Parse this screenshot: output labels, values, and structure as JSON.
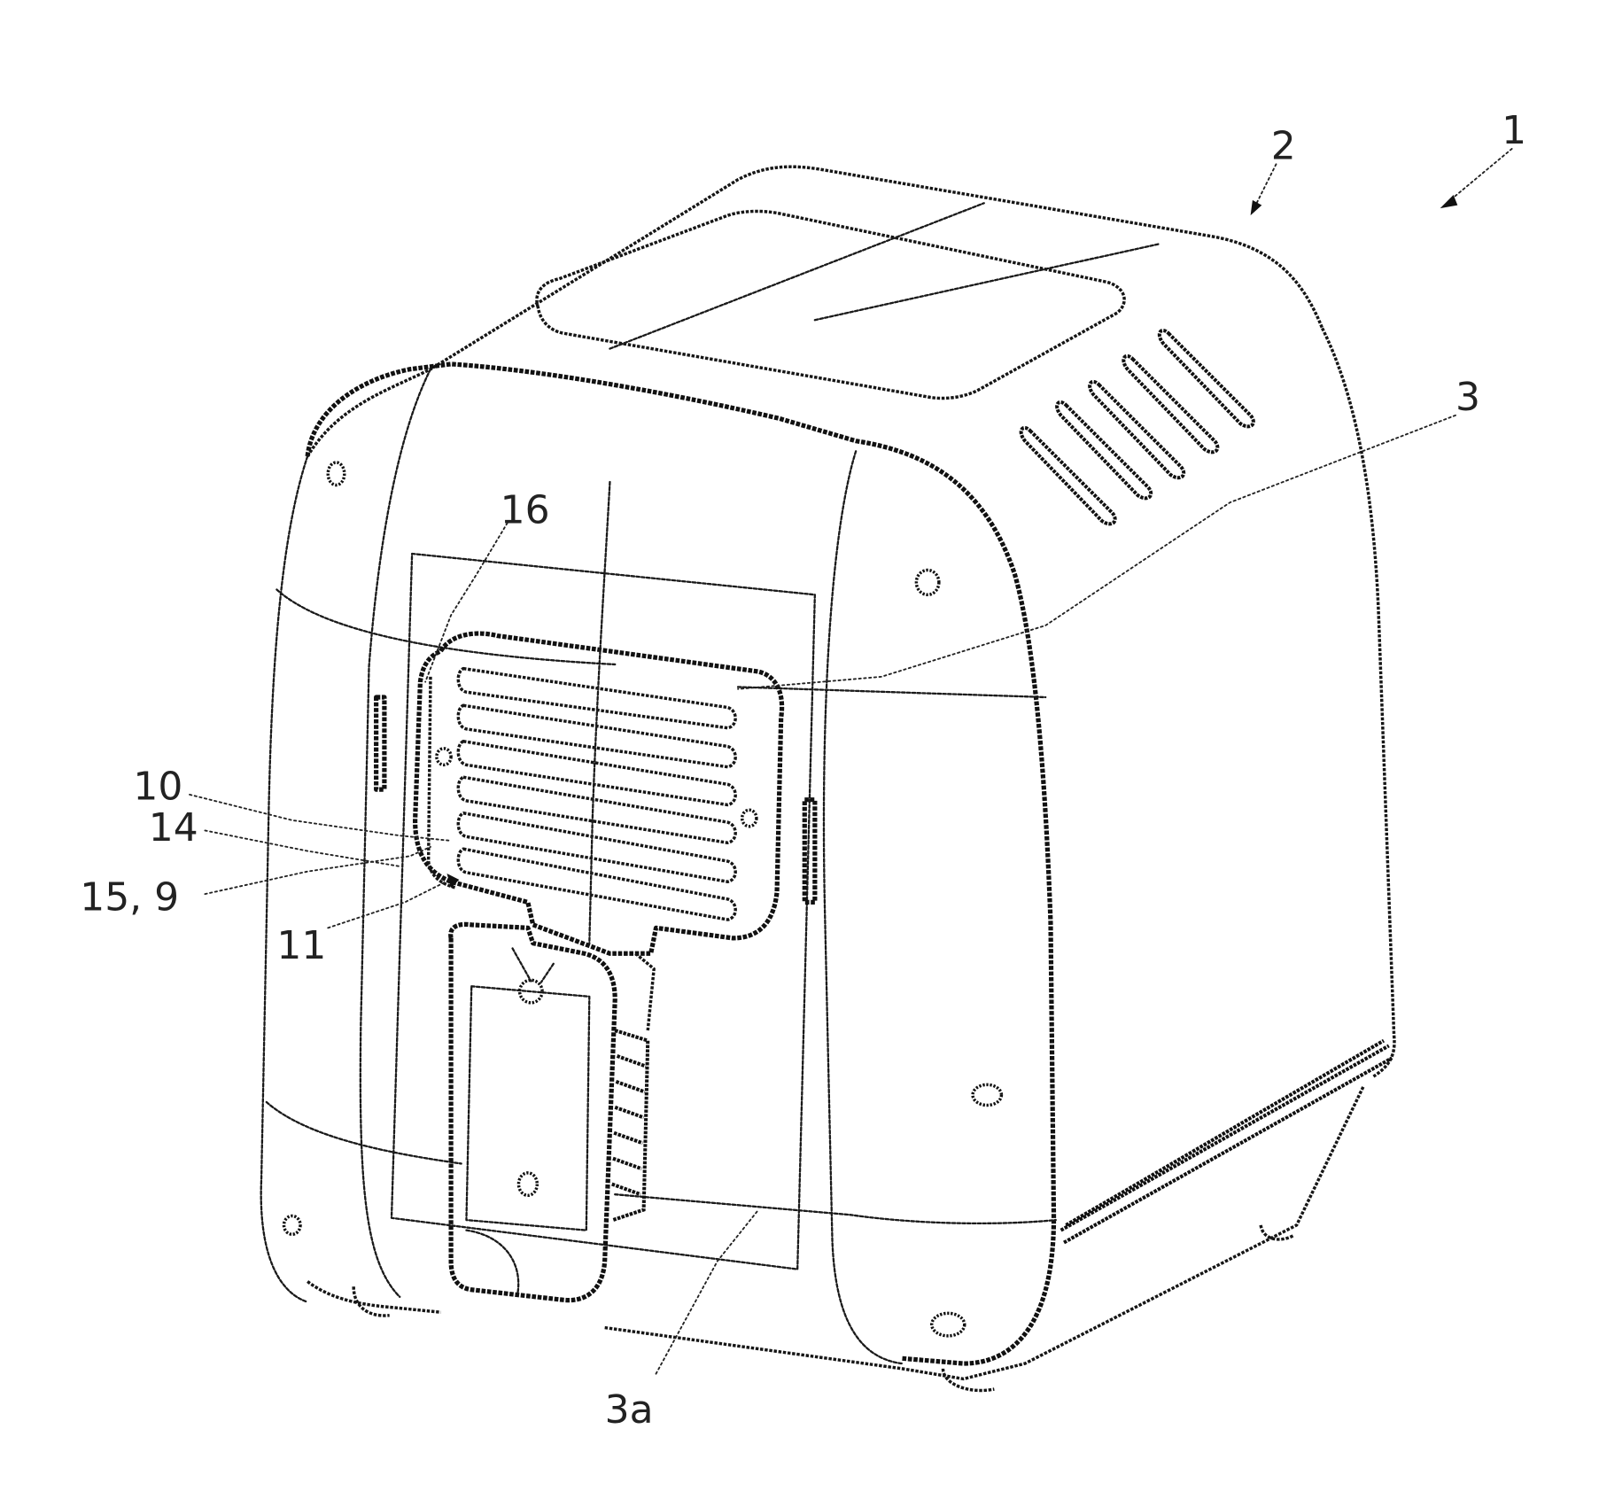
{
  "figure": {
    "type": "patent-drawing",
    "subject": "air fryer appliance, perspective view",
    "line_color": "#1a1a1a",
    "background": "#ffffff"
  },
  "labels": {
    "device": "1",
    "housing": "2",
    "side_wall": "3",
    "front_wall": "3a",
    "handle_grip": "10",
    "frame": "14",
    "panel": "15, 9",
    "recess": "11",
    "latch": "16"
  }
}
